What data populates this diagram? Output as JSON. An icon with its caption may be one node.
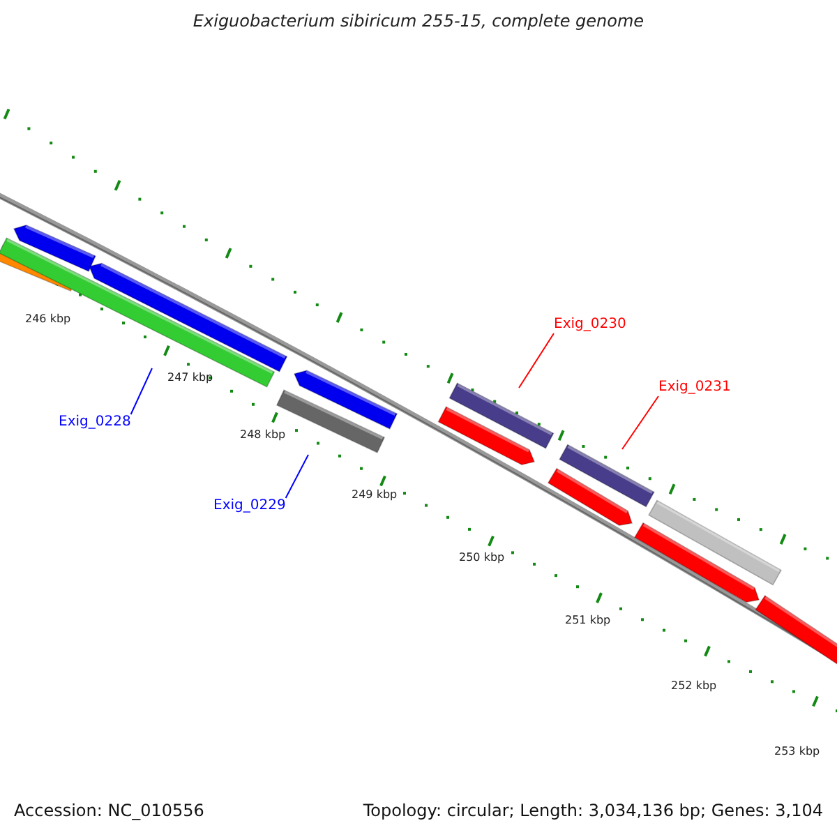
{
  "diagram": {
    "title": "Exiguobacterium sibiricum 255-15, complete genome",
    "nodes": [
      {
        "text": [
          "Exig_0228"
        ]
      },
      {
        "text": [
          "Exig_0229"
        ]
      },
      {
        "text": [
          "Exig_0230"
        ]
      },
      {
        "text": [
          "Exig_0231"
        ]
      }
    ],
    "edges": [
      {
        "from": 0,
        "to": null,
        "arrow": "none",
        "color": "#0000ff"
      },
      {
        "from": 1,
        "to": null,
        "arrow": "none",
        "color": "#0000ff"
      },
      {
        "from": 2,
        "to": null,
        "arrow": "none",
        "color": "#ff0000"
      },
      {
        "from": 3,
        "to": null,
        "arrow": "none",
        "color": "#ff0000"
      }
    ],
    "labels": [
      "246 kbp",
      "247 kbp",
      "248 kbp",
      "249 kbp",
      "250 kbp",
      "251 kbp",
      "252 kbp",
      "253 kbp",
      "Accession: NC_010556",
      "Topology: circular; Length: 3,034,136 bp; Genes: 3,104"
    ]
  }
}
